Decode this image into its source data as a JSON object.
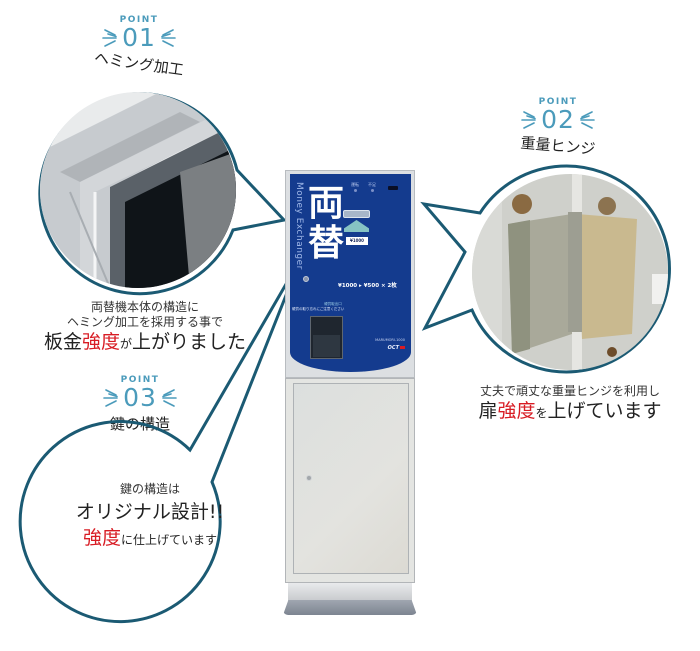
{
  "colors": {
    "accent_teal": "#1b5a73",
    "point_blue": "#4b9bbb",
    "highlight_red": "#d81c24",
    "machine_blue": "#143b8e"
  },
  "points": [
    {
      "label": "POINT",
      "number": "01",
      "title": "ヘミング加工",
      "caption_lines": [
        "両替機本体の構造に",
        "ヘミング加工を採用する事で"
      ],
      "caption_big": {
        "pre": "板金",
        "red": "強度",
        "mini": "が",
        "post": "上がりました"
      }
    },
    {
      "label": "POINT",
      "number": "02",
      "title": "重量ヒンジ",
      "caption_lines": [
        "丈夫で頑丈な重量ヒンジを利用し"
      ],
      "caption_big": {
        "pre": "扉",
        "red": "強度",
        "mini": "を",
        "post": "上げています"
      }
    },
    {
      "label": "POINT",
      "number": "03",
      "title": "鍵の構造",
      "bubble_lines": [
        "鍵の構造は",
        "オリジナル設計!!"
      ],
      "bubble_big": {
        "red": "強度",
        "mini": "に仕上げています"
      }
    }
  ],
  "machine": {
    "vertical_text": "Money Exchanger",
    "kanji_top": "両",
    "kanji_bottom": "替",
    "led_left": "運転",
    "led_right": "不足",
    "bill_label": "¥1000",
    "rate_text": "¥1000 ▸ ¥500 × 2枚",
    "outlet_label": "硬貨取出口",
    "outlet_note": "硬貨の取り忘れにご注意ください",
    "model": "MARUMORI-1000",
    "logo": "OCT"
  }
}
